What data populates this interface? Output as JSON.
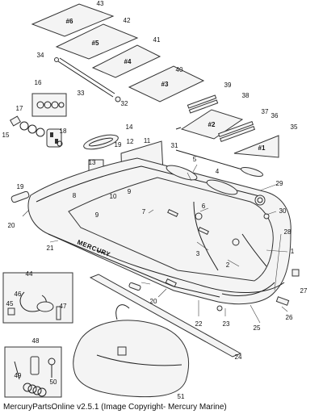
{
  "caption": "MercuryPartsOnline v2.5.1 (Image Copyright- Mercury Marine)",
  "boat_brand": "MERCURY",
  "panels": [
    "#6",
    "#5",
    "#4",
    "#3",
    "#2",
    "#1"
  ],
  "callouts": [
    "1",
    "2",
    "3",
    "4",
    "5",
    "6",
    "7",
    "8",
    "9",
    "9",
    "10",
    "11",
    "12",
    "13",
    "14",
    "15",
    "16",
    "17",
    "18",
    "19",
    "19",
    "20",
    "20",
    "21",
    "22",
    "23",
    "24",
    "25",
    "26",
    "27",
    "28",
    "29",
    "30",
    "31",
    "32",
    "33",
    "34",
    "35",
    "36",
    "37",
    "38",
    "39",
    "40",
    "41",
    "42",
    "43",
    "44",
    "45",
    "46",
    "47",
    "48",
    "49",
    "50",
    "51"
  ]
}
